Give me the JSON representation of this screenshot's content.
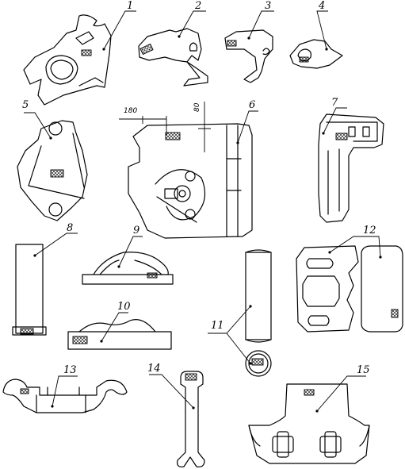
{
  "parts": [
    {
      "number": "1"
    },
    {
      "number": "2"
    },
    {
      "number": "3"
    },
    {
      "number": "4"
    },
    {
      "number": "5"
    },
    {
      "number": "6"
    },
    {
      "number": "7"
    },
    {
      "number": "8"
    },
    {
      "number": "9"
    },
    {
      "number": "10"
    },
    {
      "number": "11"
    },
    {
      "number": "12"
    },
    {
      "number": "13"
    },
    {
      "number": "14"
    },
    {
      "number": "15"
    }
  ],
  "dimensions": {
    "horizontal": "180",
    "vertical": "80"
  }
}
